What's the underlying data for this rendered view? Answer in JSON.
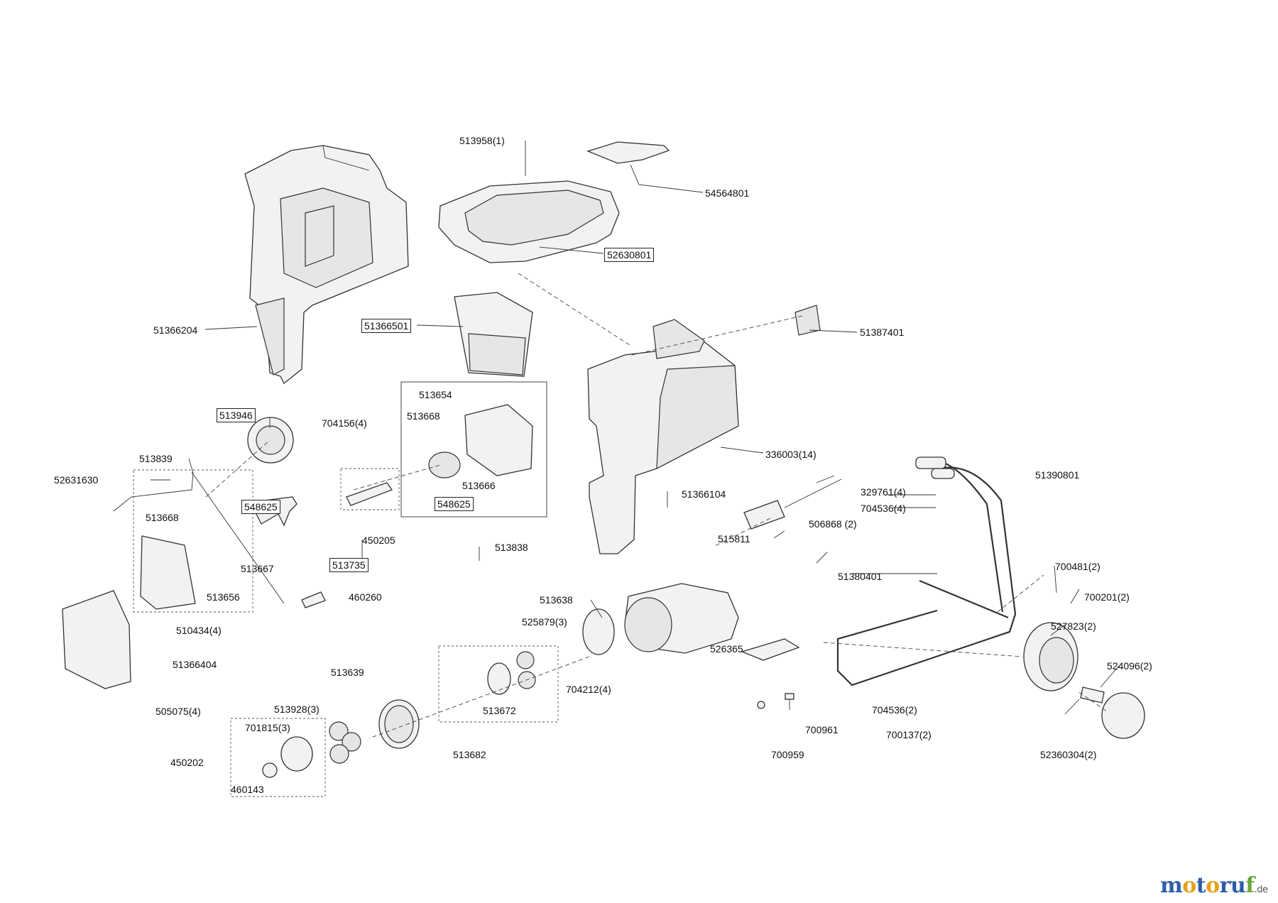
{
  "labels": {
    "l_513958_1": "513958(1)",
    "l_54564801": "54564801",
    "l_52630801": "52630801",
    "l_51366204": "51366204",
    "l_51366501": "51366501",
    "l_51387401": "51387401",
    "l_513654": "513654",
    "l_513668_top": "513668",
    "l_704156_4": "704156(4)",
    "l_513946": "513946",
    "l_336003_14": "336003(14)",
    "l_513839": "513839",
    "l_52631630": "52631630",
    "l_513666": "513666",
    "l_548625_right": "548625",
    "l_548625_left": "548625",
    "l_51390801": "51390801",
    "l_329761_4": "329761(4)",
    "l_704536_4": "704536(4)",
    "l_51366104": "51366104",
    "l_506868_2": "506868 (2)",
    "l_513668_left": "513668",
    "l_450205": "450205",
    "l_513838": "513838",
    "l_515811": "515811",
    "l_513735": "513735",
    "l_513667": "513667",
    "l_700481_2": "700481(2)",
    "l_51380401": "51380401",
    "l_513656": "513656",
    "l_460260": "460260",
    "l_513638": "513638",
    "l_700201_2": "700201(2)",
    "l_525879_3": "525879(3)",
    "l_510434_4": "510434(4)",
    "l_526365": "526365",
    "l_527823_2": "527823(2)",
    "l_51366404": "51366404",
    "l_513639": "513639",
    "l_524096_2": "524096(2)",
    "l_704212_4": "704212(4)",
    "l_513672": "513672",
    "l_505075_4": "505075(4)",
    "l_513928_3": "513928(3)",
    "l_704536_2": "704536(2)",
    "l_701815_3": "701815(3)",
    "l_700961": "700961",
    "l_700137_2": "700137(2)",
    "l_450202": "450202",
    "l_513682": "513682",
    "l_700959": "700959",
    "l_52360304_2": "52360304(2)",
    "l_460143": "460143"
  },
  "logo": {
    "m": "m",
    "o1": "o",
    "t": "t",
    "o2": "o",
    "r": "r",
    "u": "u",
    "f": "f",
    "tld": ".de"
  },
  "colors": {
    "logo_blue": "#2c5ea8",
    "logo_orange": "#e2a11c",
    "logo_green": "#6aa536",
    "line": "#333333"
  }
}
